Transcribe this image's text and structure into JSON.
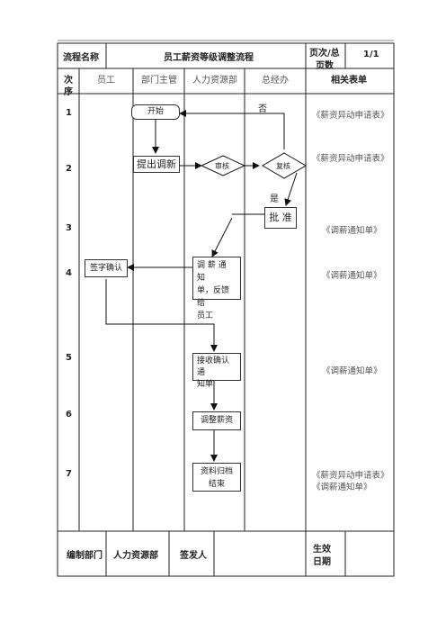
{
  "header": {
    "name_label": "流程名称",
    "process_title": "员工薪资等级调整流程",
    "page_label_line1": "页次/总",
    "page_label_line2": "页数",
    "page_value": "1/1"
  },
  "columns": {
    "seq_line1": "次",
    "seq_line2": "序",
    "employee": "员工",
    "dept_head": "部门主管",
    "hr": "人力资源部",
    "gm": "总经办",
    "forms": "相关表单"
  },
  "rows": [
    "1",
    "2",
    "3",
    "4",
    "5",
    "6",
    "7"
  ],
  "nodes": {
    "start": "开始",
    "propose": "提出调新",
    "review": "审核",
    "recheck": "复核",
    "approve": "批 准",
    "notify_line1": "调 薪 通 知",
    "notify_line2": "单，反馈给",
    "notify_line3": "员工",
    "sign": "签字确认",
    "receive_line1": "接收确认通",
    "receive_line2": "知单",
    "adjust": "调整薪资",
    "archive_line1": "资料归档",
    "archive_line2": "结束"
  },
  "edge_labels": {
    "no": "否",
    "yes": "是"
  },
  "forms": {
    "row1": "《薪资异动申请表》",
    "row2": "《薪资异动申请表》",
    "row3": "《调薪通知单》",
    "row4": "《调薪通知单》",
    "row5": "《调薪通知单》",
    "row7_line1": "《薪资异动申请表》",
    "row7_line2": "《调薪通知单》"
  },
  "footer": {
    "dept_label": "编制部门",
    "dept_value": "人力资源部",
    "signer_label": "签发人",
    "effective_line1": "生效",
    "effective_line2": "日期"
  }
}
